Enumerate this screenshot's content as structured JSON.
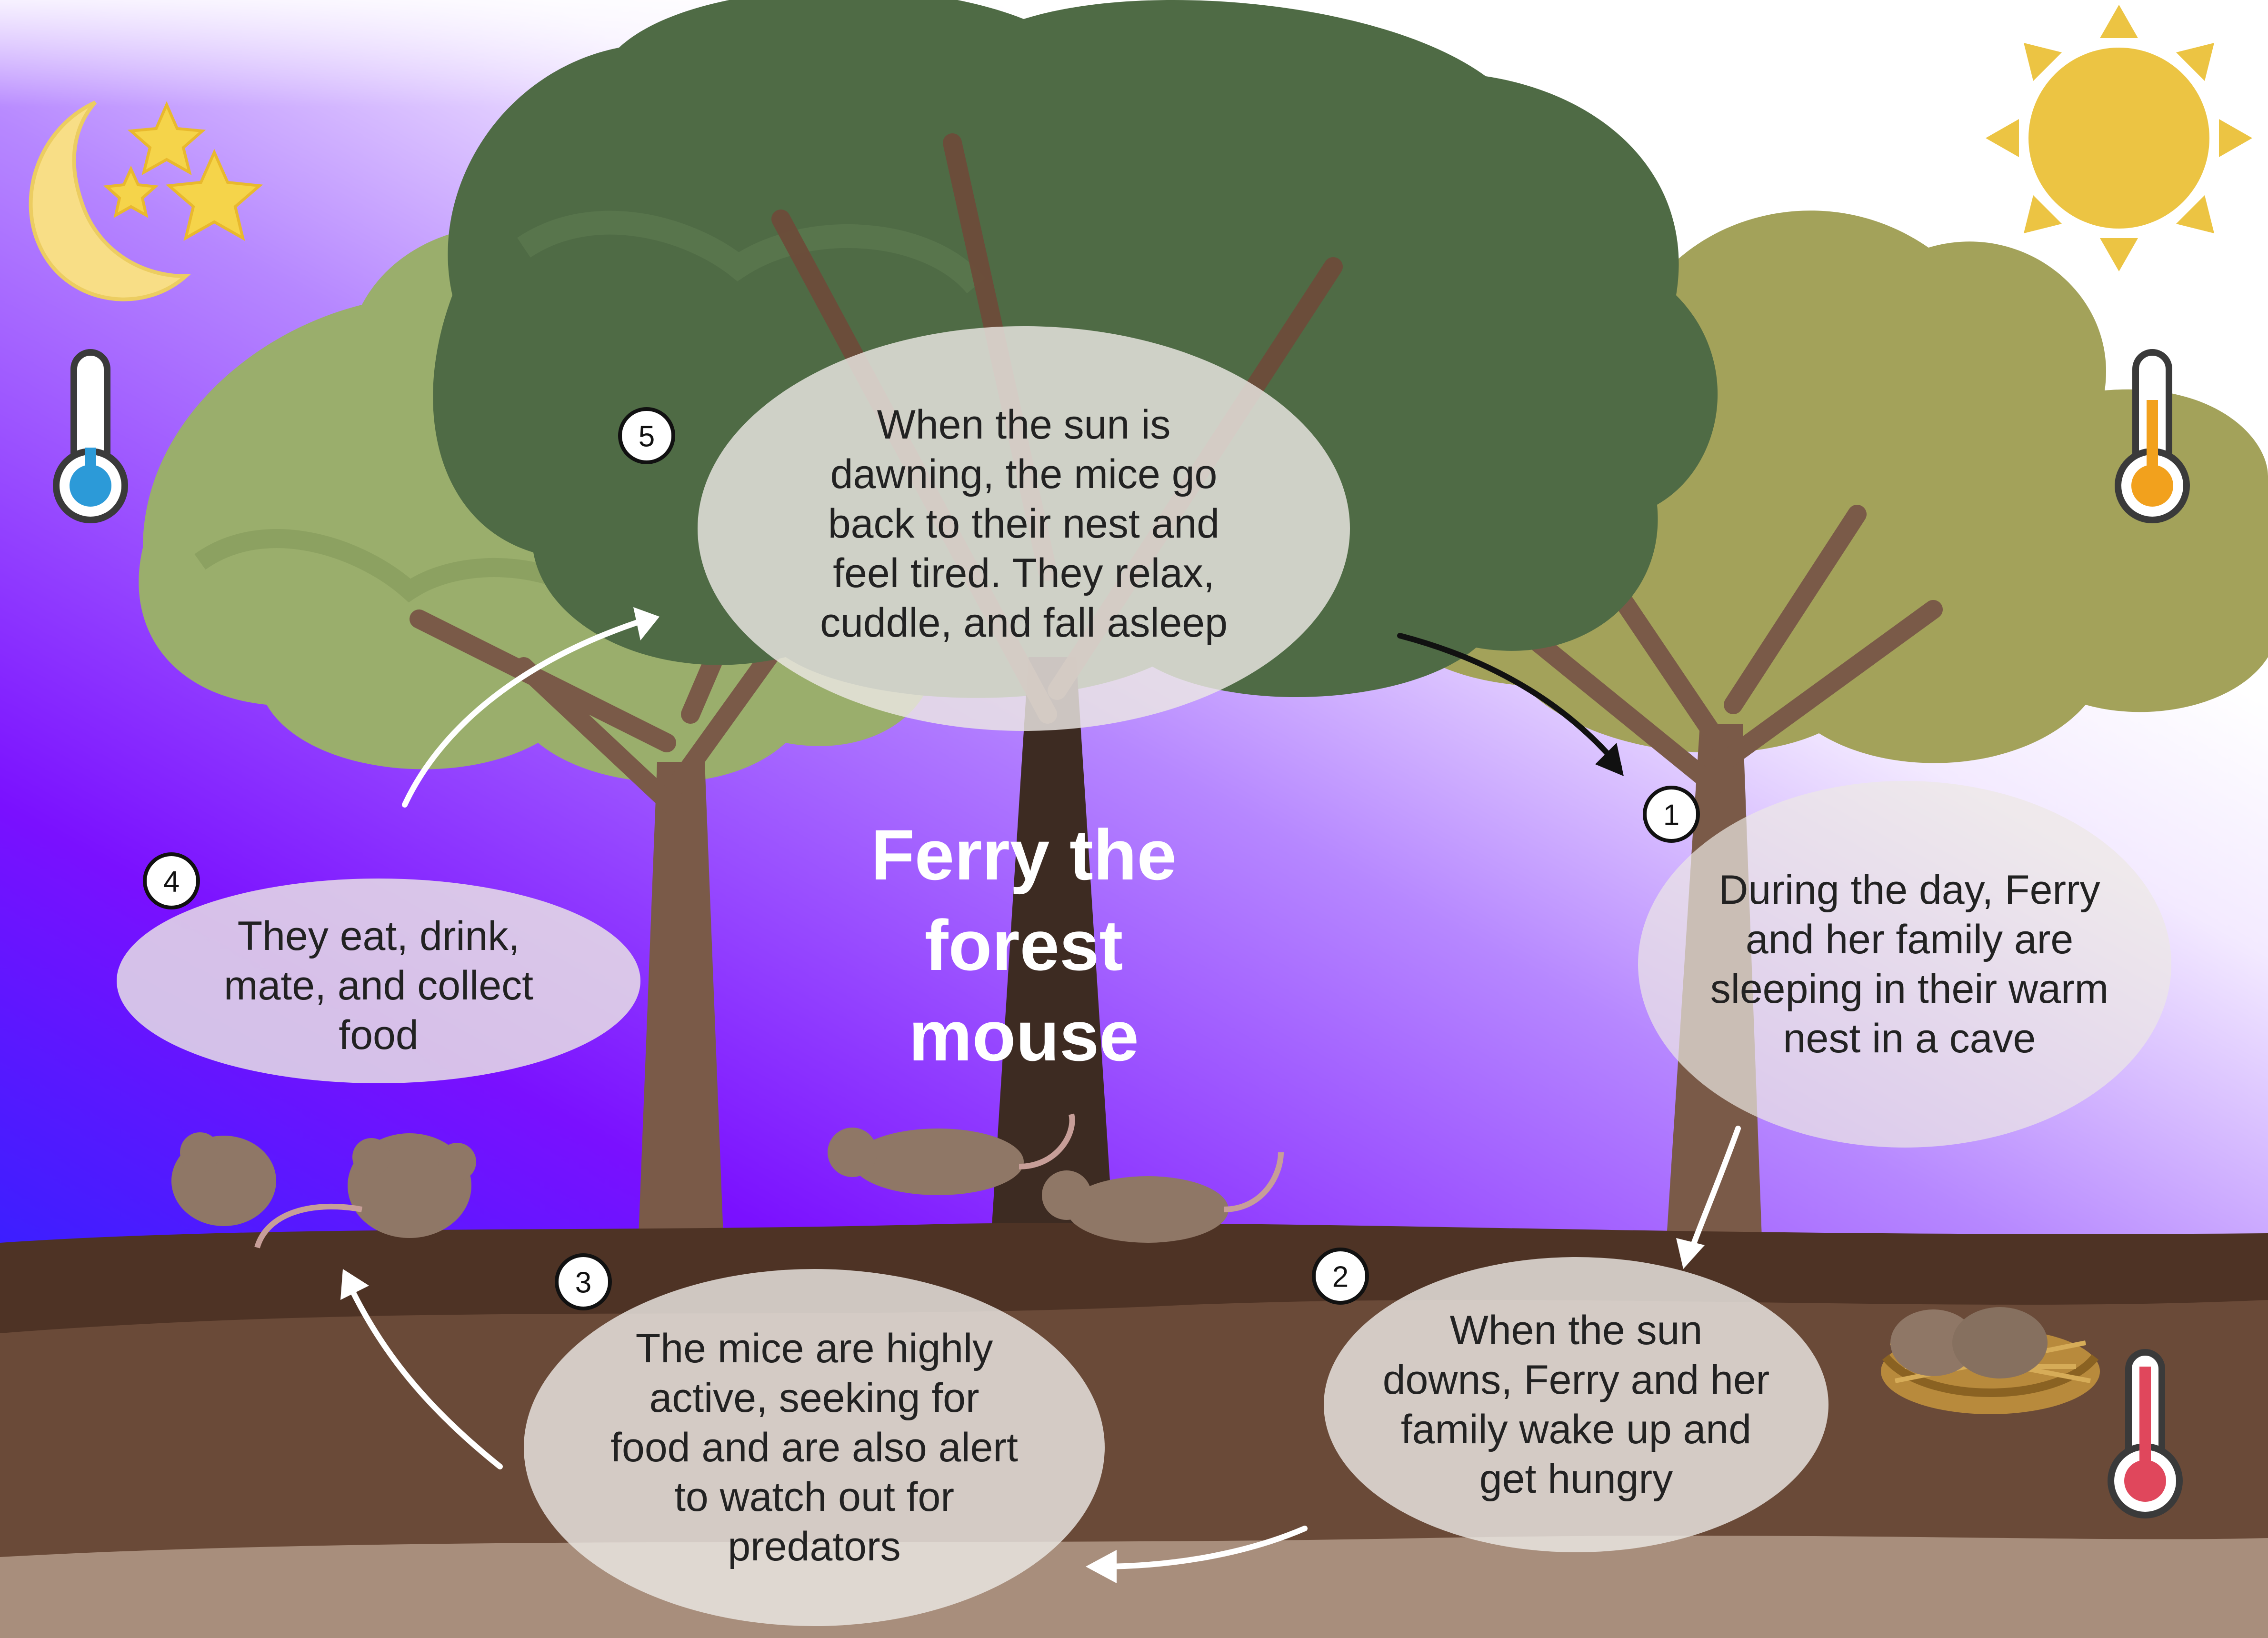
{
  "title": "Ferry the forest mouse",
  "steps": [
    {
      "number": "1",
      "text": "During the day, Ferry and her family are sleeping in their warm nest in a cave"
    },
    {
      "number": "2",
      "text": "When the sun downs, Ferry and her family wake up and get hungry"
    },
    {
      "number": "3",
      "text": "The mice are highly active, seeking for food and are also alert to watch out for predators"
    },
    {
      "number": "4",
      "text": "They eat, drink, mate, and collect food"
    },
    {
      "number": "5",
      "text": "When the sun is dawning, the mice go back to their nest and feel tired. They relax, cuddle, and fall asleep"
    }
  ],
  "colors": {
    "night_sky": "#7a1cff",
    "day_sky": "#ffffff",
    "soil_dark": "#4e3325",
    "soil_mid": "#6a4a38",
    "soil_light": "#a88e7c",
    "tree_trunk": "#7a5a48",
    "canopy_dark": "#4f6b45",
    "canopy_light": "#9aae6c",
    "canopy_olive": "#a3a25a",
    "sun": "#ecc443",
    "moon": "#f8de86",
    "star": "#f5d44a",
    "bubble": "#ece8e4",
    "mouse": "#8f7766"
  },
  "icons": [
    "moon-icon",
    "star-icon",
    "sun-icon",
    "thermometer-cold-icon",
    "thermometer-warm-icon",
    "thermometer-hot-icon",
    "mouse-icon",
    "nest-icon"
  ]
}
